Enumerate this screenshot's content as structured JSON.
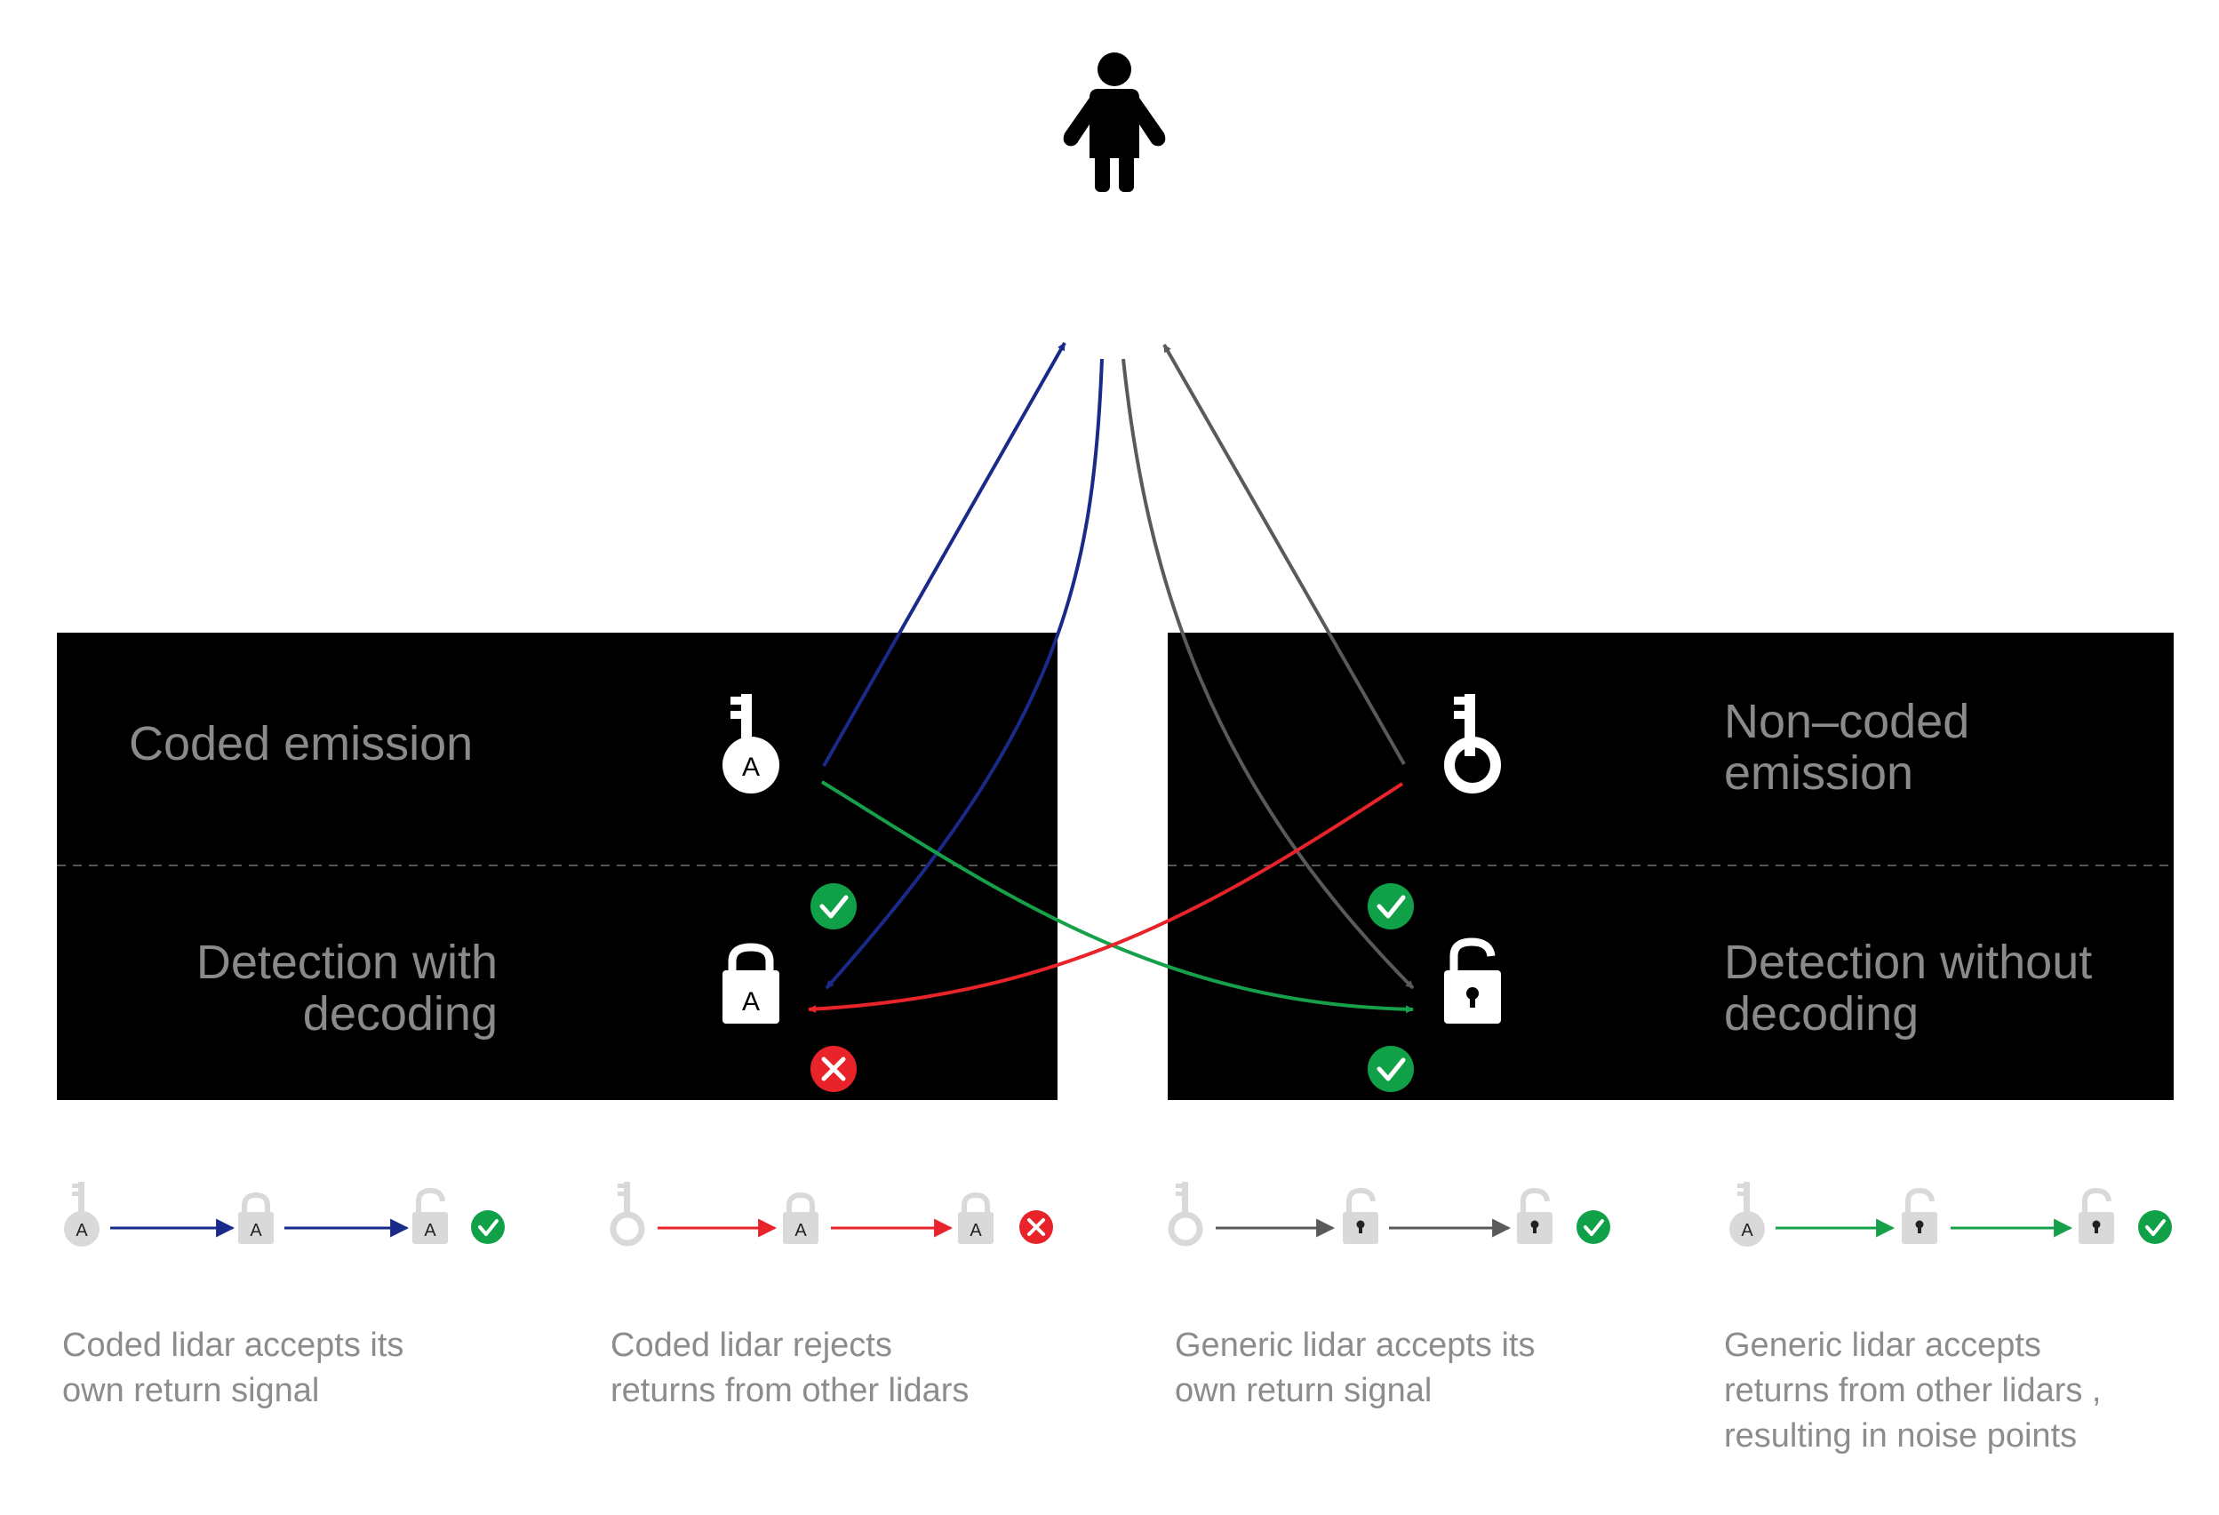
{
  "panels": {
    "left": {
      "top_label": "Coded emission",
      "bottom_label": "Detection with\ndecoding",
      "key_letter": "A",
      "lock_letter": "A"
    },
    "right": {
      "top_label": "Non–coded\nemission",
      "bottom_label": "Detection without\ndecoding"
    }
  },
  "legend": [
    {
      "caption": "Coded lidar accepts its\nown return signal",
      "key_letter": "A",
      "lock_letter": "A",
      "result": "check",
      "arrow_color": "#1a2a8a"
    },
    {
      "caption": "Coded lidar rejects\nreturns from other lidars",
      "lock_letter": "A",
      "result": "cross",
      "arrow_color": "#e8232a"
    },
    {
      "caption": "Generic lidar accepts its\nown return signal",
      "result": "check",
      "arrow_color": "#5a5a5a"
    },
    {
      "caption": "Generic lidar accepts\nreturns from other lidars ,\nresulting in noise points",
      "key_letter": "A",
      "result": "check",
      "arrow_color": "#16a04a"
    }
  ],
  "colors": {
    "coded_path": "#1a2a8a",
    "reject_path": "#e8232a",
    "generic_path": "#5a5a5a",
    "cross_path": "#16a04a",
    "check_badge": "#0fa048",
    "cross_badge": "#e8232a",
    "legend_icon": "#d9d9d9"
  },
  "icons": {
    "target": "person-icon",
    "emitter": "key-icon",
    "receiver_locked": "padlock-icon",
    "receiver_open": "unlocked-padlock-icon"
  }
}
